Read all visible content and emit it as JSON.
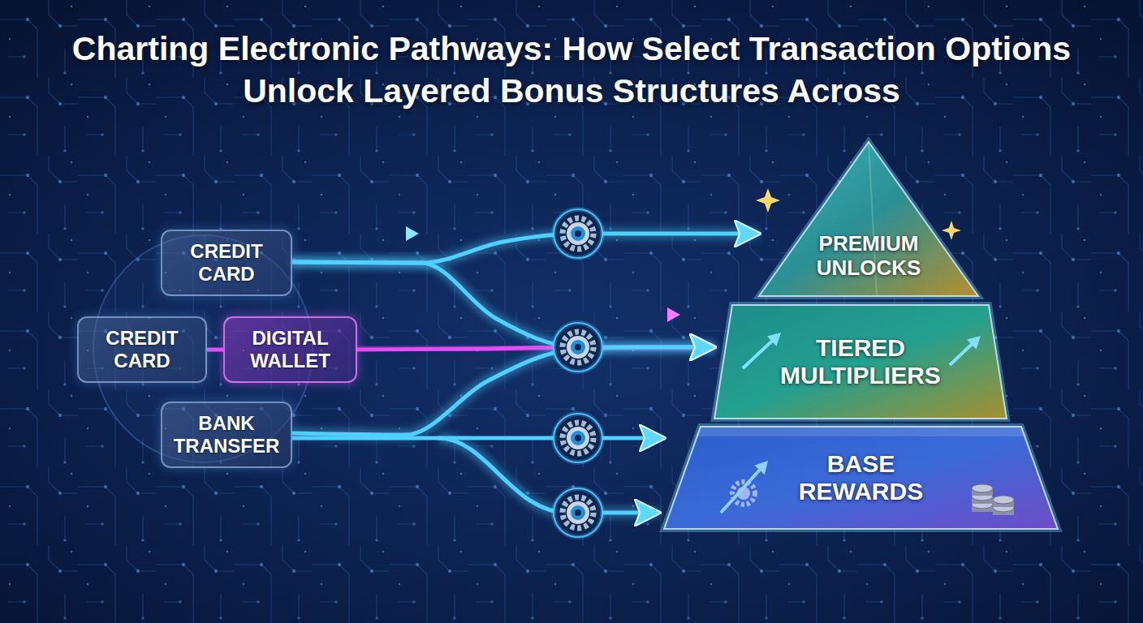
{
  "diagram": {
    "title": "Charting Electronic Pathways: How Select Transaction Options Unlock Layered Bonus Structures Across",
    "nodes": [
      {
        "text": [
          "CREDIT CARD"
        ]
      },
      {
        "text": [
          "CREDIT CARD"
        ]
      },
      {
        "text": [
          "DIGITAL WALLET"
        ]
      },
      {
        "text": [
          "BANK TRANSFER"
        ]
      },
      {
        "text": [
          "PREMIUM UNLOCKS"
        ]
      },
      {
        "text": [
          "TIERED MULTIPLIERS"
        ]
      },
      {
        "text": [
          "BASE REWARDS"
        ]
      }
    ],
    "edges": [
      {
        "from": 0,
        "to": 4,
        "arrow": "to"
      },
      {
        "from": 0,
        "to": 5,
        "arrow": "to"
      },
      {
        "from": 1,
        "to": 2,
        "arrow": "none"
      },
      {
        "from": 2,
        "to": 5,
        "arrow": "to"
      },
      {
        "from": 3,
        "to": 5,
        "arrow": "to"
      },
      {
        "from": 3,
        "to": 6,
        "arrow": "to"
      }
    ]
  }
}
